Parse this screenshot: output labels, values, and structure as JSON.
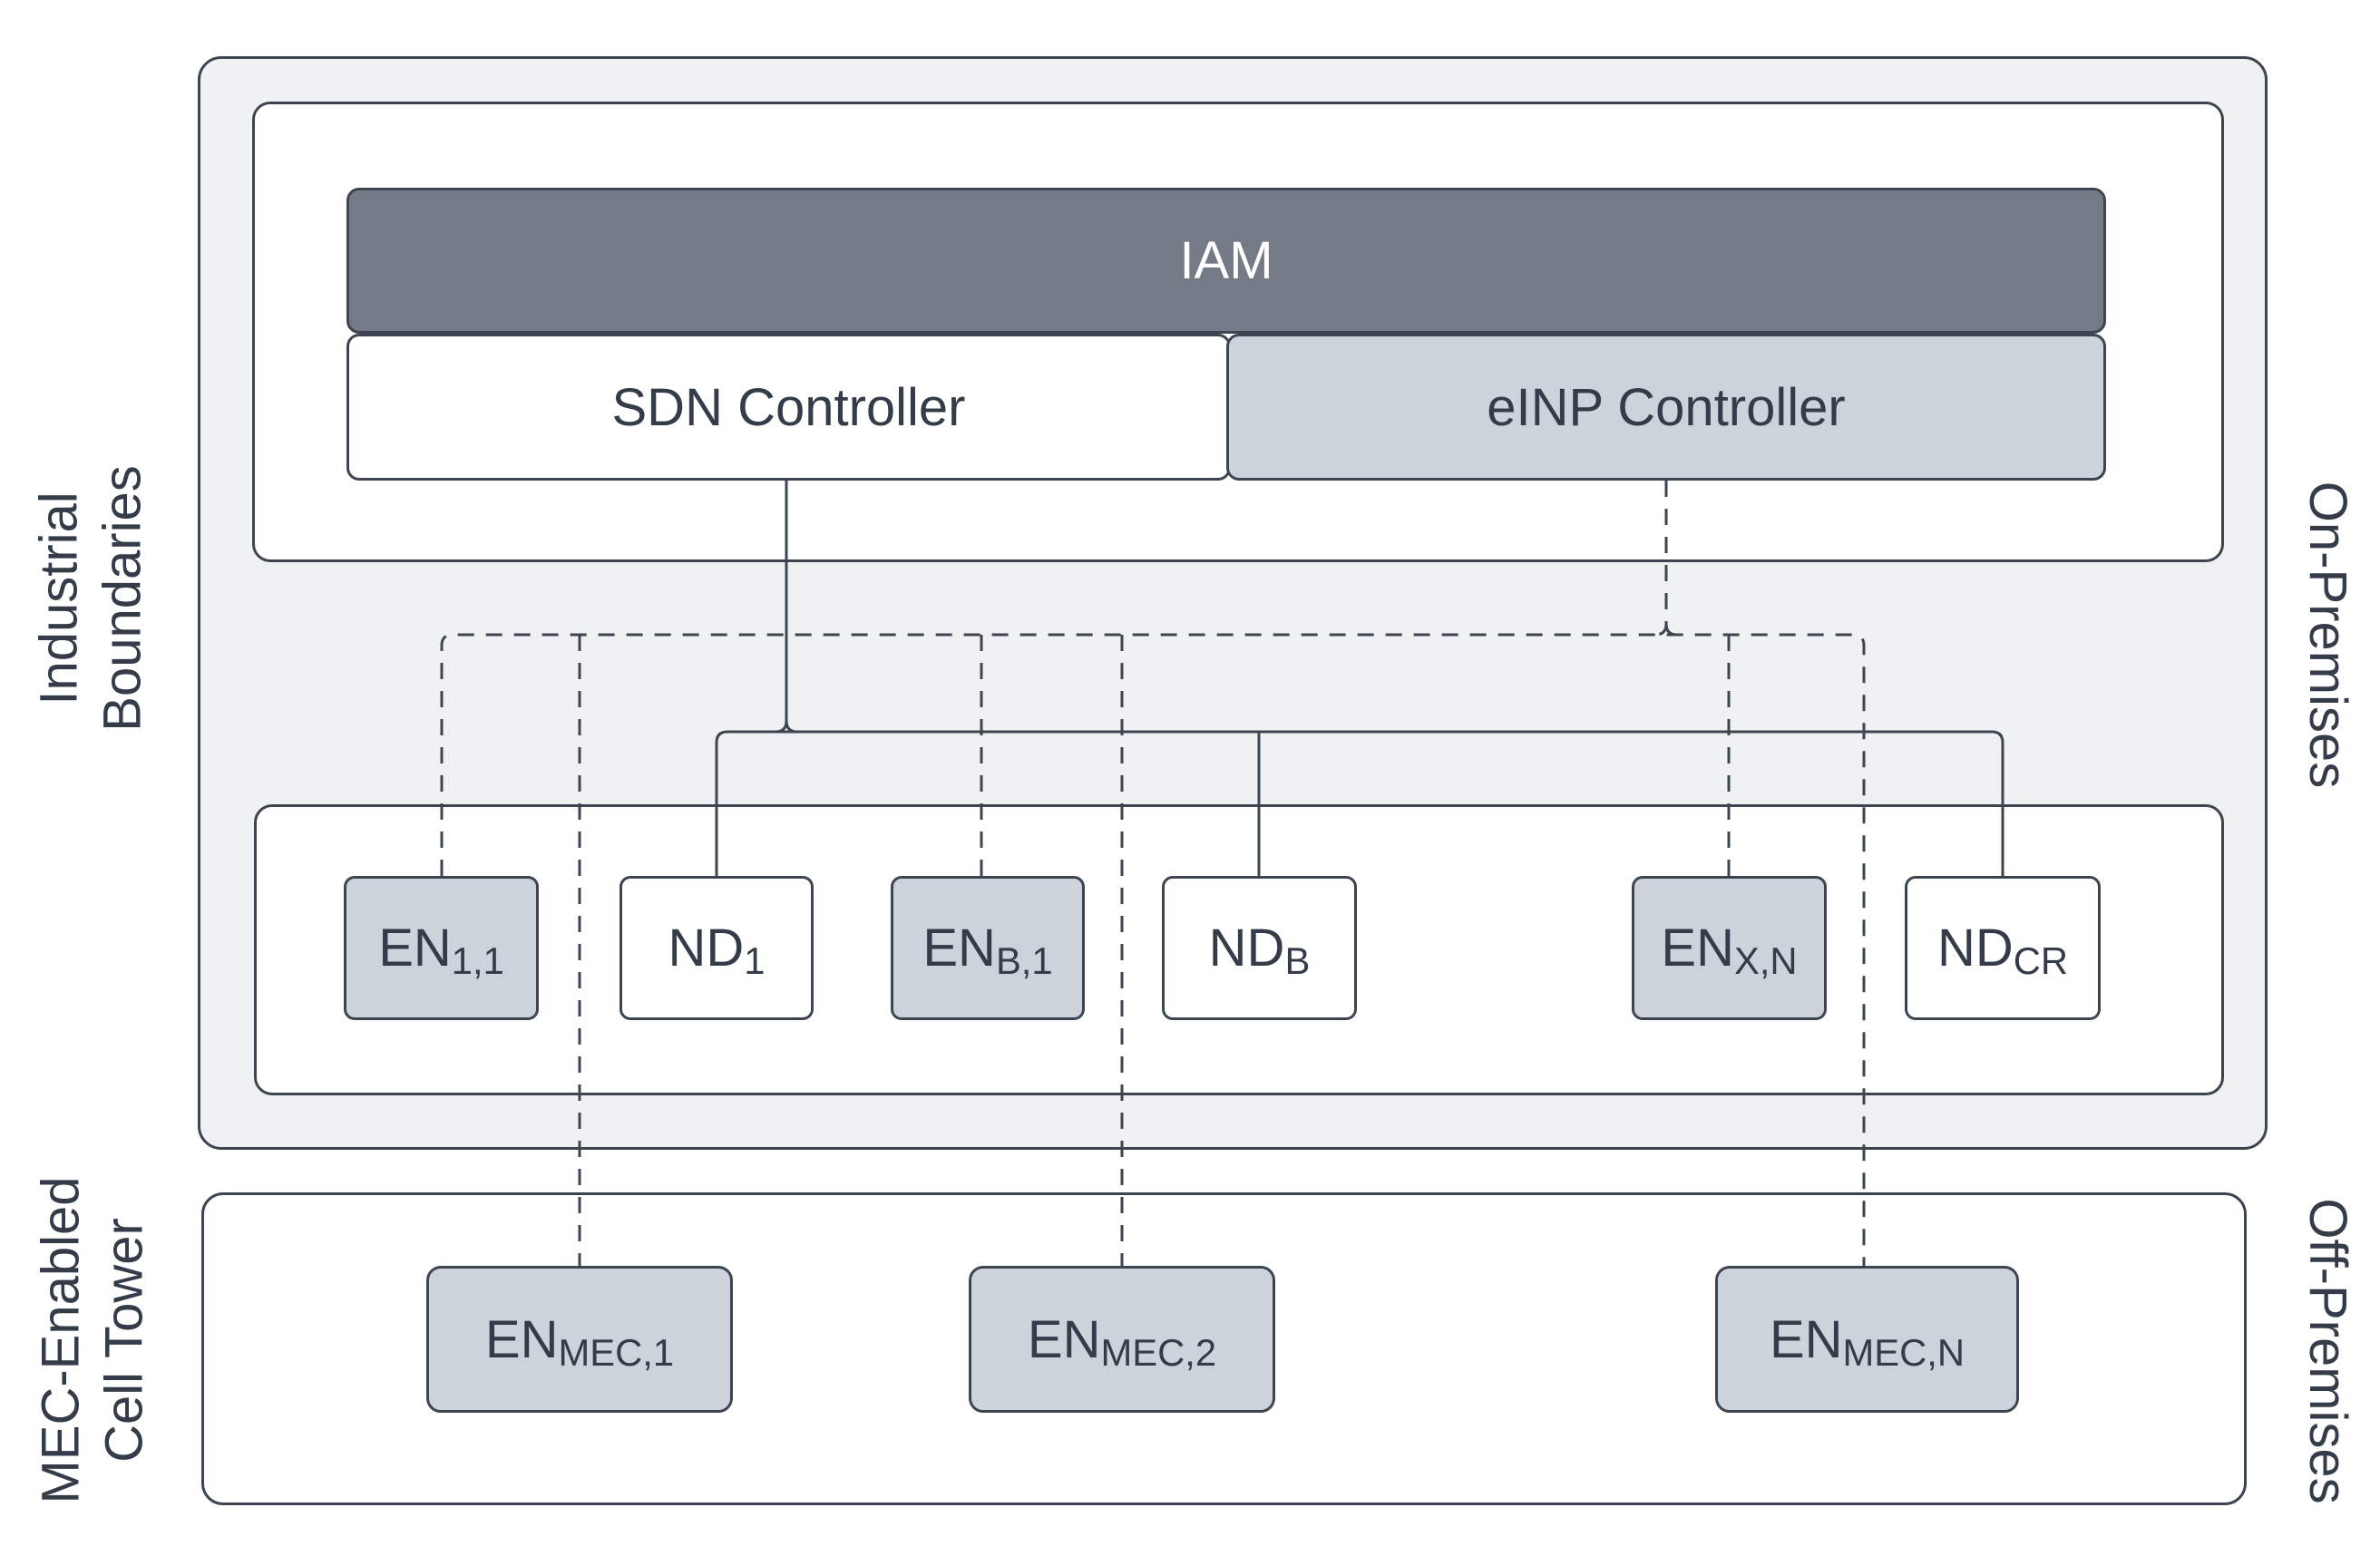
{
  "labels": {
    "industrial_boundaries": {
      "line1": "Industrial",
      "line2": "Boundaries"
    },
    "on_premises": "On-Premises",
    "mec_cell_tower": {
      "line1": "MEC-Enabled",
      "line2": "Cell Tower"
    },
    "off_premises": "Off-Premises"
  },
  "control_plane": {
    "iam": "IAM",
    "sdn": "SDN Controller",
    "einp": "eINP Controller"
  },
  "field_nodes": [
    {
      "base": "EN",
      "sub": "1,1"
    },
    {
      "base": "ND",
      "sub": "1"
    },
    {
      "base": "EN",
      "sub": "B,1"
    },
    {
      "base": "ND",
      "sub": "B"
    },
    {
      "base": "EN",
      "sub": "X,N"
    },
    {
      "base": "ND",
      "sub": "CR"
    }
  ],
  "mec_nodes": [
    {
      "base": "EN",
      "sub": "MEC,1"
    },
    {
      "base": "EN",
      "sub": "MEC,2"
    },
    {
      "base": "EN",
      "sub": "MEC,N"
    }
  ],
  "colors": {
    "ink": "#3d4551",
    "text": "#343c49",
    "dark_fill": "#747b87",
    "shade_fill": "#ccd3da",
    "panel_fill": "#f0f1f3",
    "white": "#ffffff"
  }
}
